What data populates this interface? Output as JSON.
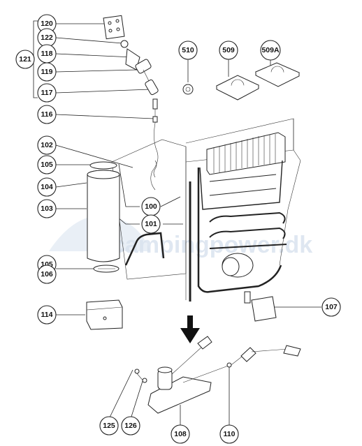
{
  "watermark": {
    "text": "campingpower.dk"
  },
  "callouts": [
    {
      "id": "120",
      "label": "120"
    },
    {
      "id": "122",
      "label": "122"
    },
    {
      "id": "121",
      "label": "121"
    },
    {
      "id": "118",
      "label": "118"
    },
    {
      "id": "119",
      "label": "119"
    },
    {
      "id": "117",
      "label": "117"
    },
    {
      "id": "116",
      "label": "116"
    },
    {
      "id": "102",
      "label": "102"
    },
    {
      "id": "105a",
      "label": "105"
    },
    {
      "id": "104",
      "label": "104"
    },
    {
      "id": "103",
      "label": "103"
    },
    {
      "id": "100",
      "label": "100"
    },
    {
      "id": "101",
      "label": "101"
    },
    {
      "id": "105b",
      "label": "105"
    },
    {
      "id": "106",
      "label": "106"
    },
    {
      "id": "114",
      "label": "114"
    },
    {
      "id": "510",
      "label": "510"
    },
    {
      "id": "509",
      "label": "509"
    },
    {
      "id": "509A",
      "label": "509A"
    },
    {
      "id": "107",
      "label": "107"
    },
    {
      "id": "125",
      "label": "125"
    },
    {
      "id": "126",
      "label": "126"
    },
    {
      "id": "108",
      "label": "108"
    },
    {
      "id": "110",
      "label": "110"
    }
  ]
}
